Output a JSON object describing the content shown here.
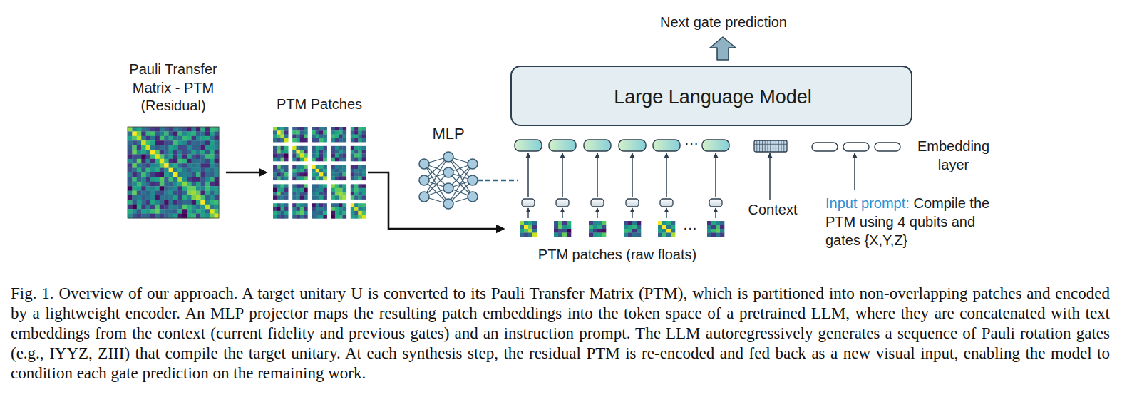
{
  "diagram": {
    "caption": "Fig. 1. Overview of our approach. A target unitary U is converted to its Pauli Transfer Matrix (PTM), which is partitioned into non-overlapping patches and encoded by a lightweight encoder. An MLP projector maps the resulting patch embeddings into the token space of a pretrained LLM, where they are concatenated with text embeddings from the context (current fidelity and previous gates) and an instruction prompt. The LLM autoregressively generates a sequence of Pauli rotation gates (e.g., IYYZ, ZIII) that compile the target unitary. At each synthesis step, the residual PTM is re-encoded and fed back as a new visual input, enabling the model to condition each gate prediction on the remaining work.",
    "nodes": [
      {
        "text": [
          "Pauli Transfer Matrix - PTM (Residual)"
        ]
      },
      {
        "text": [
          "PTM Patches"
        ]
      },
      {
        "text": [
          "MLP"
        ]
      },
      {
        "text": [
          "Large Language Model"
        ]
      },
      {
        "text": [
          "PTM patches (raw floats)"
        ]
      },
      {
        "text": [
          "Context"
        ]
      }
    ],
    "edges": [
      {
        "from": 0,
        "to": 1,
        "arrow": "to"
      },
      {
        "from": 1,
        "to": 4,
        "arrow": "to"
      }
    ],
    "labels": [
      "Next gate prediction",
      "···",
      "···",
      "Embedding layer",
      "Input prompt:",
      "Compile the PTM using 4 qubits and gates {X,Y,Z}"
    ]
  }
}
